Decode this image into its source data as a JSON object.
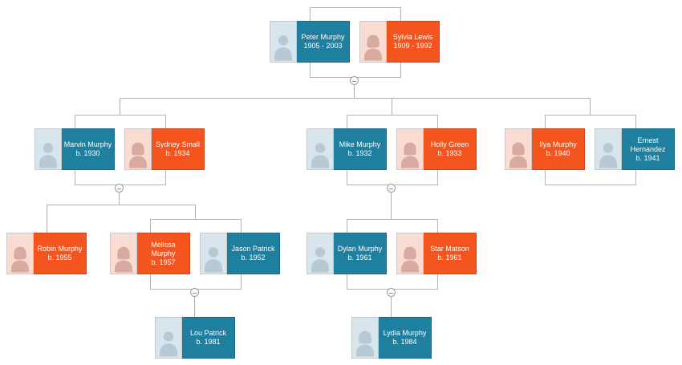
{
  "palette": {
    "male_card": "#1F7F9E",
    "female_card": "#F4541D",
    "male_photo_bg": "#D9E5EC",
    "male_photo_sil": "#B7C9D4",
    "female_photo_bg": "#FBDCD3",
    "female_photo_sil": "#D9ABA0",
    "line": "#AFAFAF",
    "frame": "#B5B5B5",
    "card_text": "#FFFFFF",
    "canvas_bg": "#FFFFFF"
  },
  "people": {
    "peter": {
      "name": "Peter Murphy",
      "dates": "1905 - 2003",
      "card": "teal",
      "photo": "male-blue"
    },
    "sylvia": {
      "name": "Sylvia Lewis",
      "dates": "1909 - 1992",
      "card": "orange",
      "photo": "female-pink"
    },
    "marvin": {
      "name": "Marvin Murphy",
      "dates": "b. 1930",
      "card": "teal",
      "photo": "male-blue"
    },
    "sydney": {
      "name": "Sydney Small",
      "dates": "b. 1934",
      "card": "orange",
      "photo": "female-pink"
    },
    "mike": {
      "name": "Mike Murphy",
      "dates": "b. 1932",
      "card": "teal",
      "photo": "male-blue"
    },
    "holly": {
      "name": "Holly Green",
      "dates": "b. 1933",
      "card": "orange",
      "photo": "female-pink"
    },
    "ilya": {
      "name": "Ilya Murphy",
      "dates": "b. 1940",
      "card": "orange",
      "photo": "female-pink"
    },
    "ernest": {
      "name": "Ernest Hernandez",
      "dates": "b. 1941",
      "card": "teal",
      "photo": "male-blue"
    },
    "robin": {
      "name": "Robin Murphy",
      "dates": "b. 1955",
      "card": "orange",
      "photo": "female-pink"
    },
    "melissa": {
      "name": "Melissa Murphy",
      "dates": "b. 1957",
      "card": "orange",
      "photo": "female-pink"
    },
    "jason": {
      "name": "Jason Patrick",
      "dates": "b. 1952",
      "card": "teal",
      "photo": "male-blue"
    },
    "dylan": {
      "name": "Dylan Murphy",
      "dates": "b. 1961",
      "card": "teal",
      "photo": "male-blue"
    },
    "star": {
      "name": "Star Matson",
      "dates": "b. 1961",
      "card": "orange",
      "photo": "female-pink"
    },
    "lou": {
      "name": "Lou Patrick",
      "dates": "b. 1981",
      "card": "teal",
      "photo": "male-blue"
    },
    "lydia": {
      "name": "Lydia Murphy",
      "dates": "b. 1984",
      "card": "teal",
      "photo": "female-blue"
    }
  },
  "unions": [
    {
      "parents": [
        "Peter Murphy",
        "Sylvia Lewis"
      ],
      "children": [
        "Marvin Murphy",
        "Mike Murphy",
        "Ilya Murphy"
      ]
    },
    {
      "parents": [
        "Marvin Murphy",
        "Sydney Small"
      ],
      "children": [
        "Robin Murphy",
        "Melissa Murphy"
      ]
    },
    {
      "parents": [
        "Mike Murphy",
        "Holly Green"
      ],
      "children": [
        "Dylan Murphy"
      ]
    },
    {
      "parents": [
        "Ilya Murphy",
        "Ernest Hernandez"
      ],
      "children": []
    },
    {
      "parents": [
        "Melissa Murphy",
        "Jason Patrick"
      ],
      "children": [
        "Lou Patrick"
      ]
    },
    {
      "parents": [
        "Dylan Murphy",
        "Star Matson"
      ],
      "children": [
        "Lydia Murphy"
      ]
    }
  ]
}
